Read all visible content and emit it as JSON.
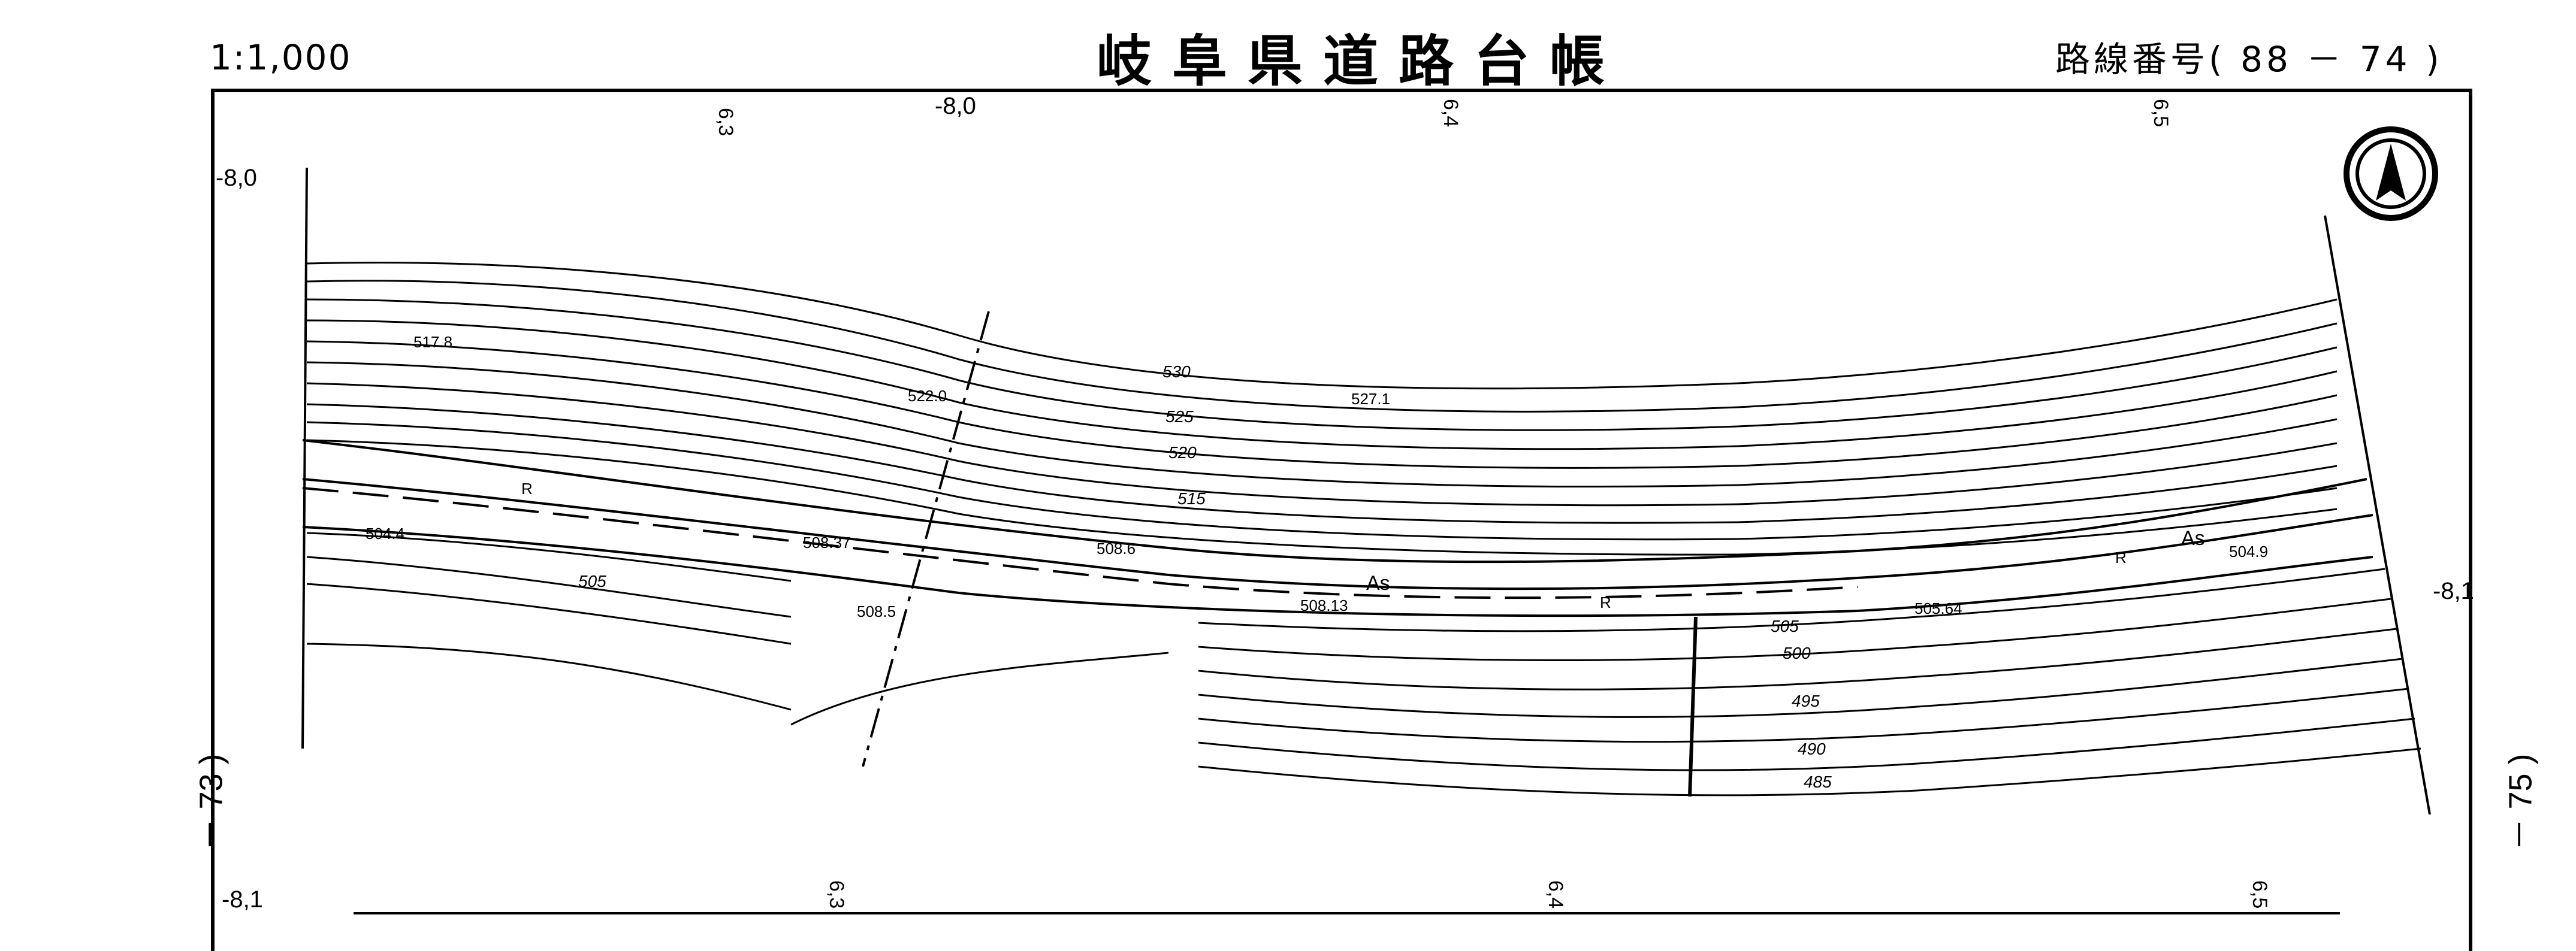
{
  "header": {
    "scale": "1:1,000",
    "title": "岐阜県道路台帳",
    "route_label": "路線番号( 88 － 74 )"
  },
  "sheets": {
    "left": "－ 73 )",
    "right": "－ 75 )"
  },
  "coords": {
    "top_left": "-8,0",
    "top_mid": "-8,0",
    "left_bottom": "-8,1",
    "right_mid": "-8,1"
  },
  "stations": {
    "top": [
      "6,3",
      "6,4",
      "6,5"
    ],
    "bottom": [
      "6,3",
      "6,4",
      "6,5"
    ]
  },
  "elevations": {
    "e5178": "517.8",
    "e5220": "522.0",
    "e5271": "527.1",
    "e5044": "504.4",
    "e50837": "508.37",
    "e5086": "508.6",
    "e5085": "508.5",
    "e50813": "508.13",
    "e50564": "505.64",
    "e5049": "504.9"
  },
  "contour_labels": [
    "530",
    "525",
    "520",
    "515",
    "505",
    "505",
    "500",
    "495",
    "490",
    "485"
  ],
  "surface_labels": [
    "As",
    "As"
  ],
  "road_marks": [
    "R",
    "R",
    "R"
  ],
  "north_arrow": "north-arrow-icon"
}
